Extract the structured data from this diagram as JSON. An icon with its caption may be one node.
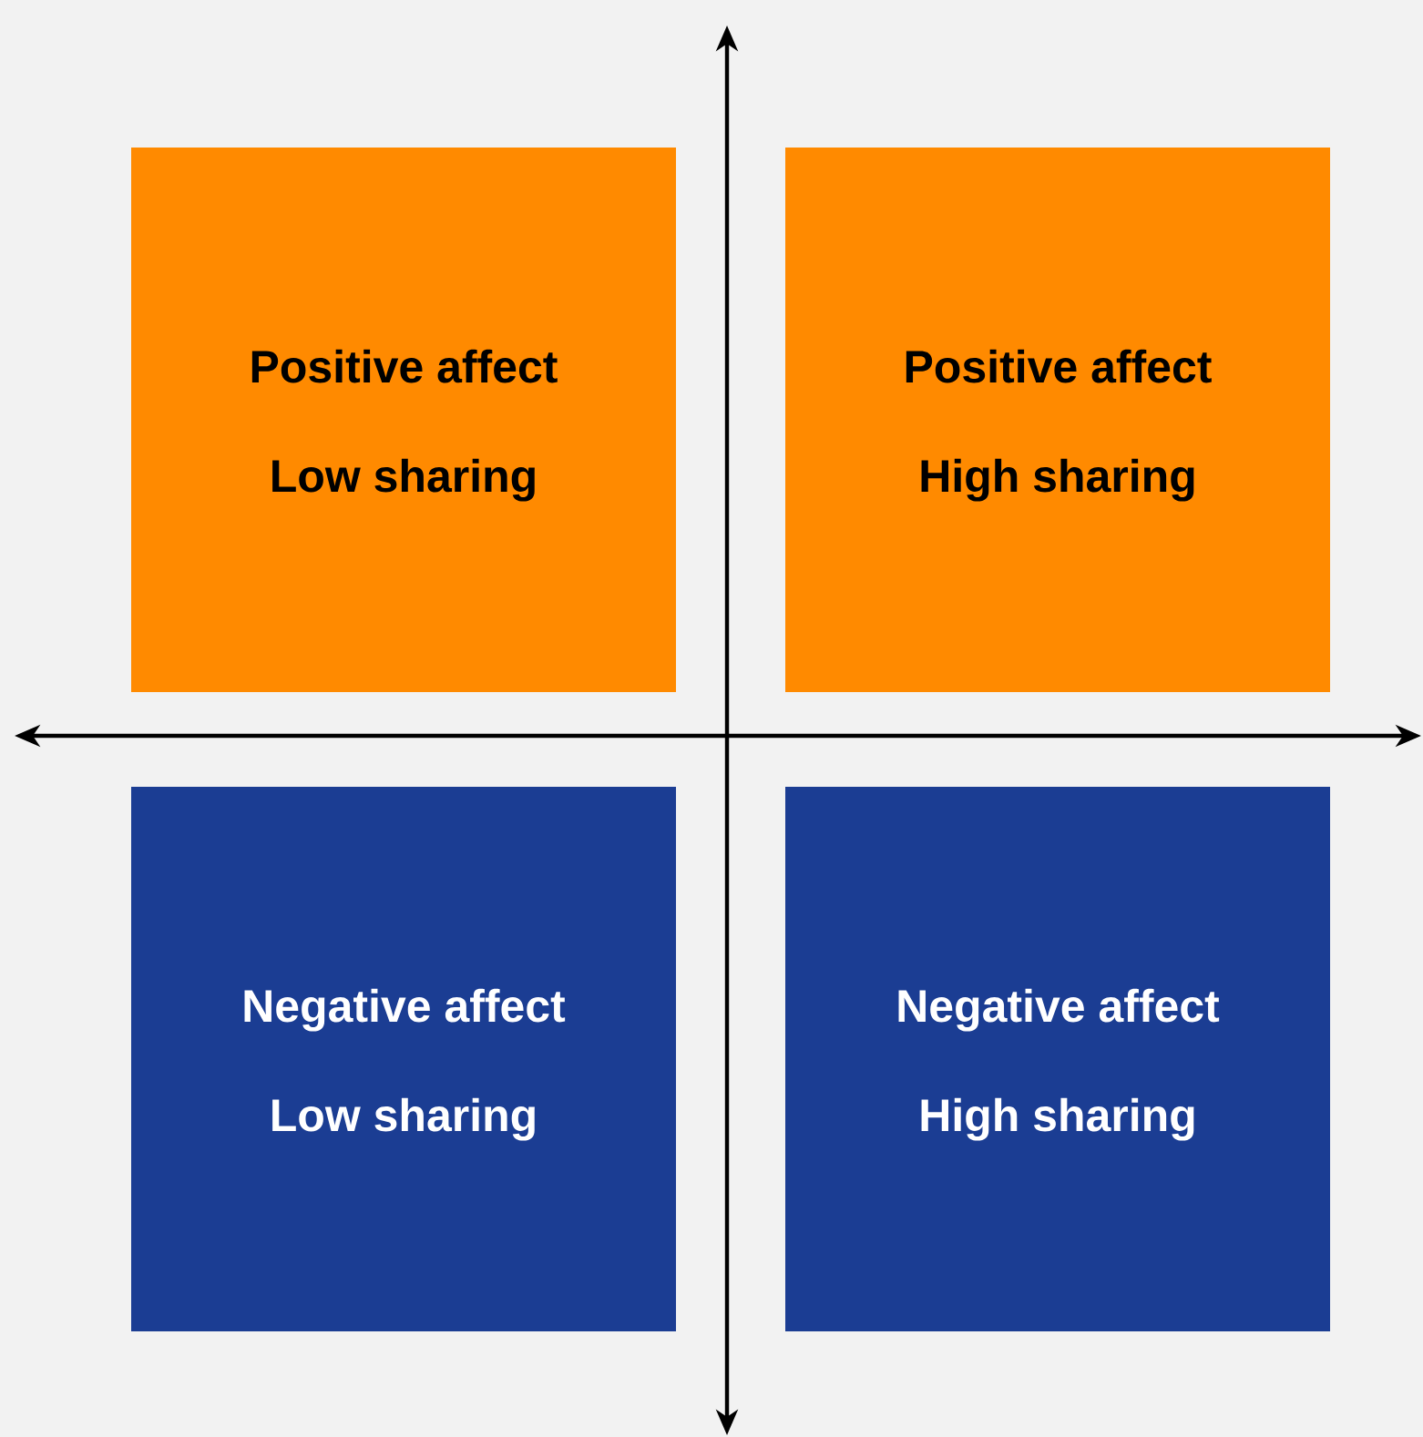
{
  "diagram": {
    "nodes": [
      {
        "text": [
          "Positive affect",
          "Low sharing"
        ]
      },
      {
        "text": [
          "Positive affect",
          "High sharing"
        ]
      },
      {
        "text": [
          "Negative affect",
          "Low sharing"
        ]
      },
      {
        "text": [
          "Negative affect",
          "High sharing"
        ]
      }
    ]
  }
}
